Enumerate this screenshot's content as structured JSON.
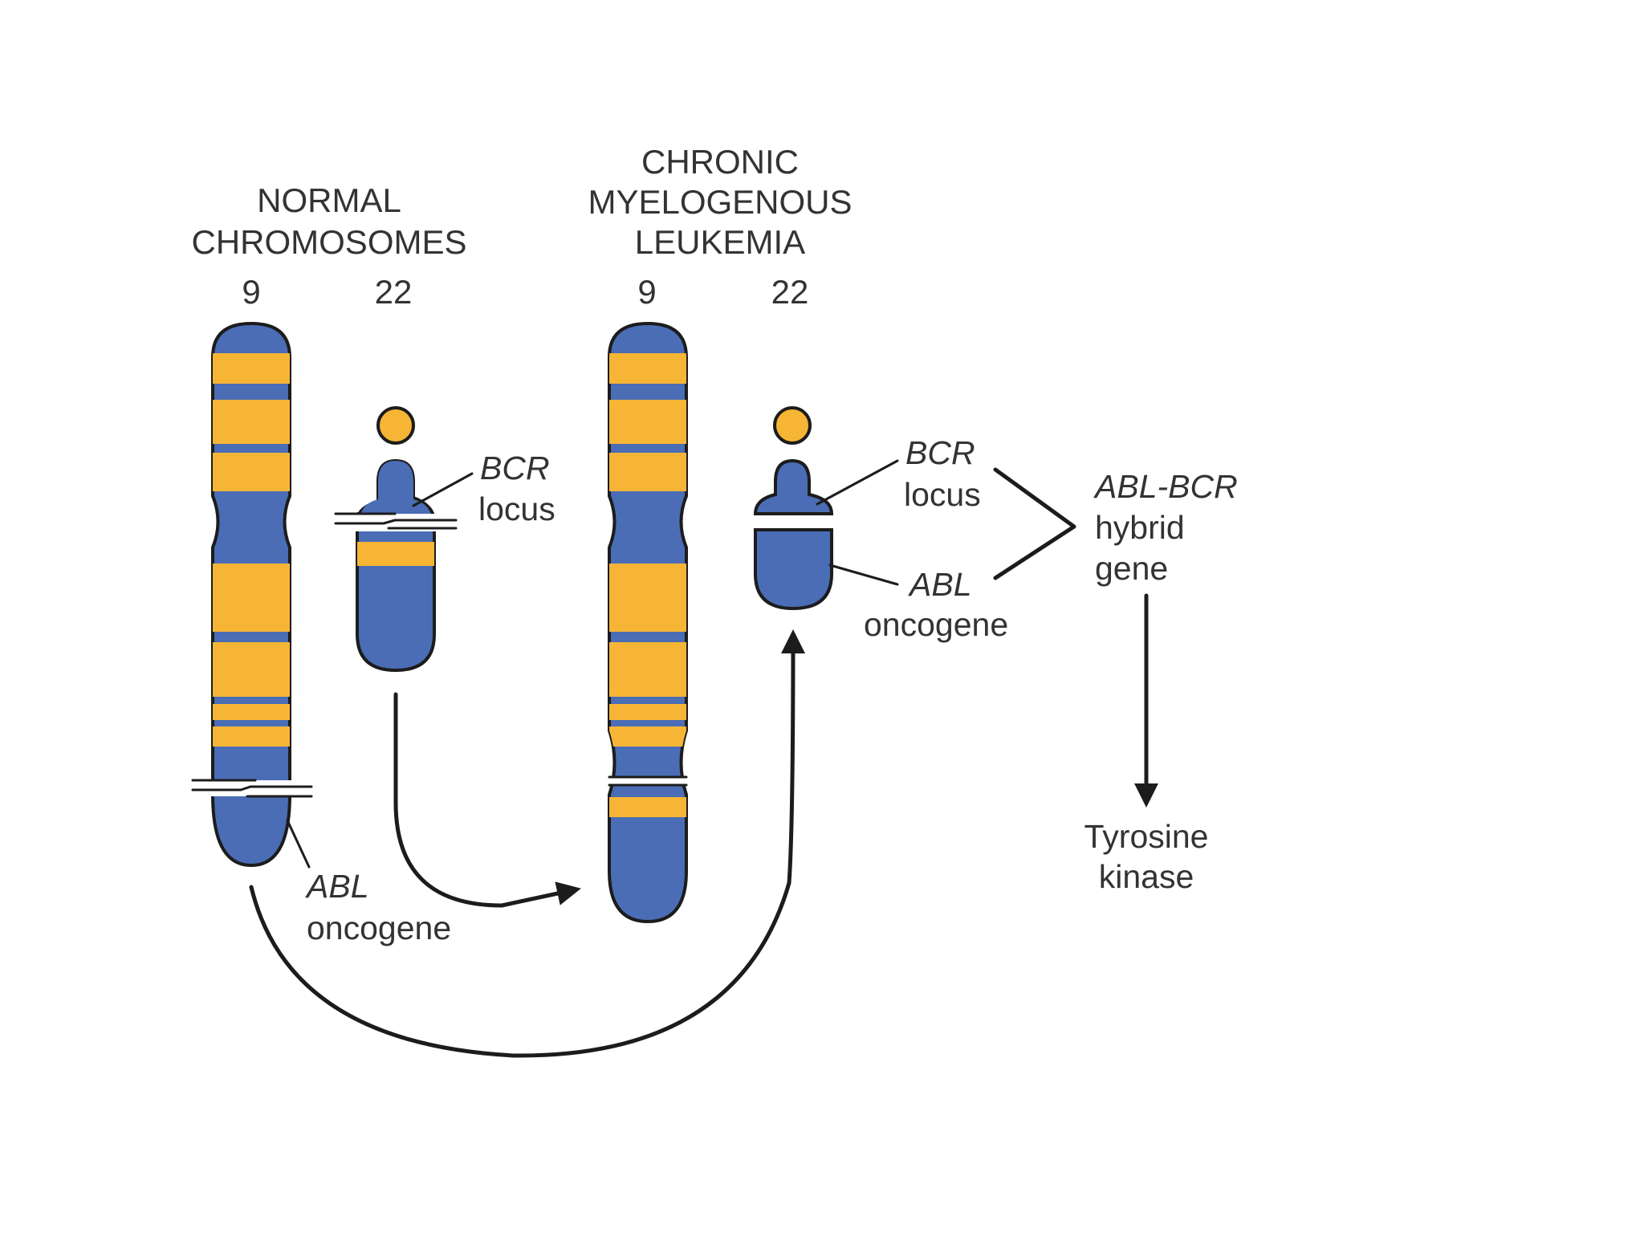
{
  "headers": {
    "normal_line1": "NORMAL",
    "normal_line2": "CHROMOSOMES",
    "cml_line1": "CHRONIC",
    "cml_line2": "MYELOGENOUS",
    "cml_line3": "LEUKEMIA"
  },
  "chromosome_numbers": {
    "normal_9": "9",
    "normal_22": "22",
    "cml_9": "9",
    "cml_22": "22"
  },
  "labels": {
    "bcr_locus_normal": {
      "gene": "BCR",
      "text": "locus"
    },
    "abl_oncogene_normal": {
      "gene": "ABL",
      "text": "oncogene"
    },
    "bcr_locus_cml": {
      "gene": "BCR",
      "text": "locus"
    },
    "abl_oncogene_cml": {
      "gene": "ABL",
      "text": "oncogene"
    },
    "hybrid": {
      "gene": "ABL-BCR",
      "line2": "hybrid",
      "line3": "gene"
    },
    "product": {
      "line1": "Tyrosine",
      "line2": "kinase"
    }
  },
  "colors": {
    "chromosome_blue": "#4a6db5",
    "band_orange": "#f7b535",
    "outline": "#1c1c1c",
    "text": "#333333"
  }
}
